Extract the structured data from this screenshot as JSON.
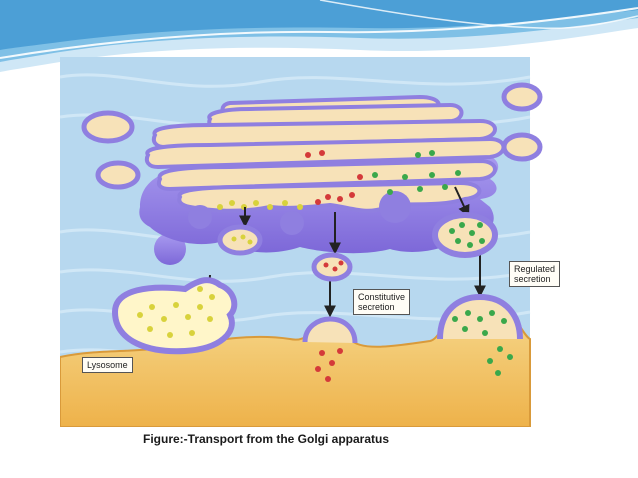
{
  "caption": "Figure:-Transport from the Golgi apparatus",
  "labels": {
    "regulated_line1": "Regulated",
    "regulated_line2": "secretion",
    "constitutive_line1": "Constitutive",
    "constitutive_line2": "secretion",
    "lysosome": "Lysosome"
  },
  "colors": {
    "header_blue": "#5ea9d8",
    "water_blue": "#b7d8ef",
    "golgi_purple": "#8f7fe0",
    "lumen_cream": "#f7e2b8",
    "membrane_yellow": "#f3c66a",
    "cargo_green": "#3aa84b",
    "cargo_red": "#d43a3a",
    "cargo_yellow": "#d8d23c",
    "arrow": "#222222"
  }
}
